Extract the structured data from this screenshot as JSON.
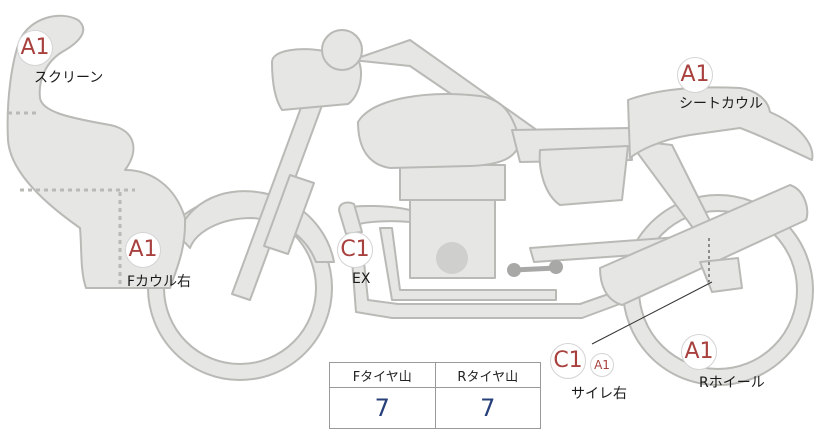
{
  "parts": {
    "screen": {
      "grade": "A1",
      "label": "スクリーン"
    },
    "seat_cowl": {
      "grade": "A1",
      "label": "シートカウル"
    },
    "f_cowl_r": {
      "grade": "A1",
      "label": "Fカウル右"
    },
    "exhaust": {
      "grade": "C1",
      "label": "EX"
    },
    "muffler_r": {
      "grade": "C1",
      "grade2": "A1",
      "label": "サイレ右"
    },
    "r_wheel": {
      "grade": "A1",
      "label": "Rホイール"
    }
  },
  "tire_table": {
    "headers": [
      "Fタイヤ山",
      "Rタイヤ山"
    ],
    "values": [
      "7",
      "7"
    ]
  },
  "colors": {
    "body_fill": "#e6e6e4",
    "body_stroke": "#b9b9b6",
    "grade_text": "#a8413e",
    "value_text": "#27407a"
  }
}
